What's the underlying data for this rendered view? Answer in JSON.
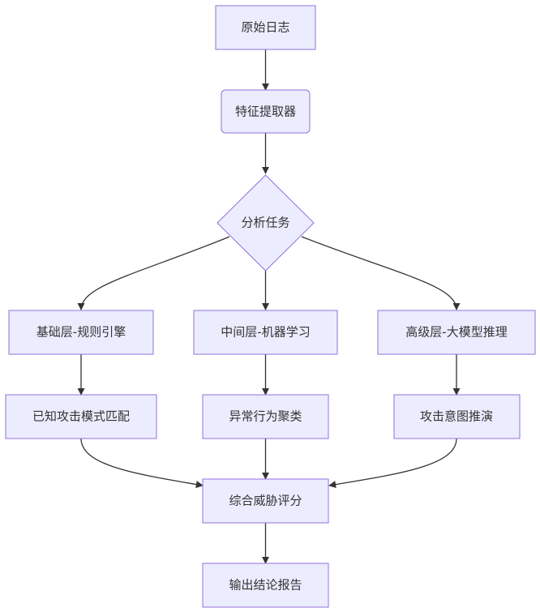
{
  "diagram": {
    "type": "flowchart",
    "colors": {
      "node_fill": "#ececff",
      "node_stroke": "#9370db",
      "edge": "#333333",
      "text": "#333333",
      "background": "#ffffff"
    },
    "nodes": {
      "raw_logs": "原始日志",
      "feature_extractor": "特征提取器",
      "analysis_task": "分析任务",
      "base_layer": "基础层-规则引擎",
      "middle_layer": "中间层-机器学习",
      "high_layer": "高级层-大模型推理",
      "known_pattern": "已知攻击模式匹配",
      "anomaly_cluster": "异常行为聚类",
      "intent_inference": "攻击意图推演",
      "threat_score": "综合威胁评分",
      "output_report": "输出结论报告"
    },
    "edges": [
      [
        "raw_logs",
        "feature_extractor"
      ],
      [
        "feature_extractor",
        "analysis_task"
      ],
      [
        "analysis_task",
        "base_layer"
      ],
      [
        "analysis_task",
        "middle_layer"
      ],
      [
        "analysis_task",
        "high_layer"
      ],
      [
        "base_layer",
        "known_pattern"
      ],
      [
        "middle_layer",
        "anomaly_cluster"
      ],
      [
        "high_layer",
        "intent_inference"
      ],
      [
        "known_pattern",
        "threat_score"
      ],
      [
        "anomaly_cluster",
        "threat_score"
      ],
      [
        "intent_inference",
        "threat_score"
      ],
      [
        "threat_score",
        "output_report"
      ]
    ]
  }
}
